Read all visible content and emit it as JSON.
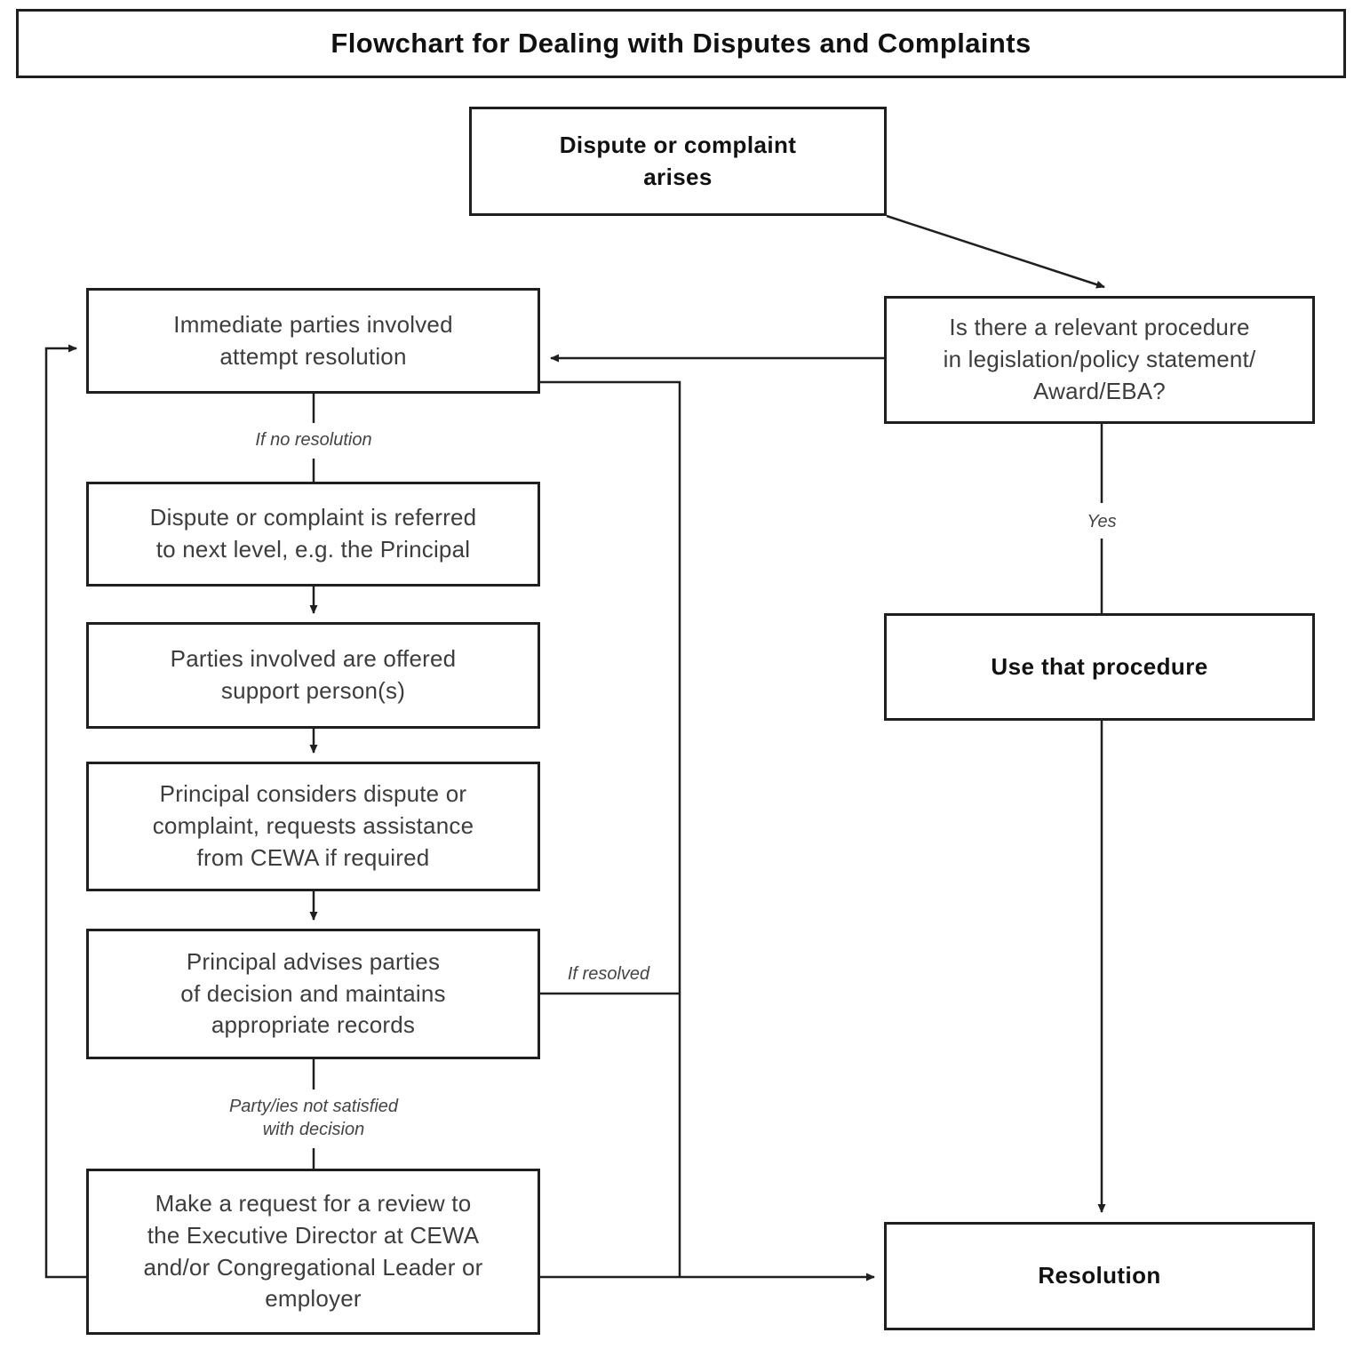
{
  "title": "Flowchart for Dealing with Disputes and Complaints",
  "nodes": {
    "dispute_arises": {
      "label": [
        "Dispute or complaint",
        "arises"
      ]
    },
    "is_there": {
      "label": [
        "Is there a relevant procedure",
        "in legislation/policy statement/",
        "Award/EBA?"
      ]
    },
    "immediate": {
      "label": [
        "Immediate parties involved",
        "attempt resolution"
      ]
    },
    "referred": {
      "label": [
        "Dispute or complaint is referred",
        "to next level, e.g. the Principal"
      ]
    },
    "support": {
      "label": [
        "Parties involved are offered",
        "support person(s)"
      ]
    },
    "considers": {
      "label": [
        "Principal considers dispute or",
        "complaint, requests assistance",
        "from CEWA if required"
      ]
    },
    "advises": {
      "label": [
        "Principal advises parties",
        "of decision and maintains",
        "appropriate records"
      ]
    },
    "request": {
      "label": [
        "Make a request for a review to",
        "the Executive Director at CEWA",
        "and/or Congregational Leader or",
        "employer"
      ]
    },
    "use_procedure": {
      "label": "Use that procedure"
    },
    "resolution": {
      "label": "Resolution"
    }
  },
  "edge_labels": {
    "if_no_resolution": "If no resolution",
    "yes": "Yes",
    "if_resolved": "If resolved",
    "party_not_satisfied": [
      "Party/ies not satisfied",
      "with decision"
    ]
  },
  "colors": {
    "line": "#1f1f1f",
    "background": "#ffffff",
    "text": "#3d3d3d",
    "bold_text": "#111111"
  }
}
